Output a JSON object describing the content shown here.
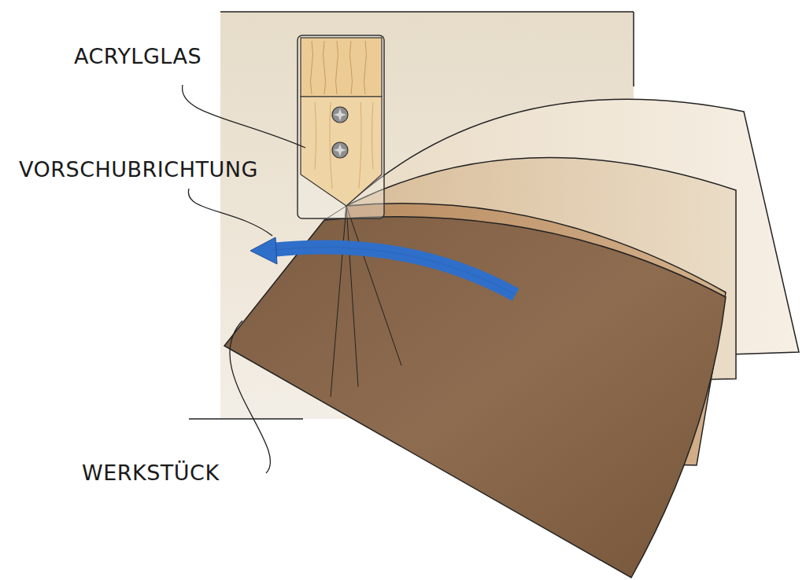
{
  "diagram": {
    "labels": [
      "ACRYLGLAS",
      "VORSCHUBRICHTUNG",
      "WERKSTÜCK"
    ]
  }
}
